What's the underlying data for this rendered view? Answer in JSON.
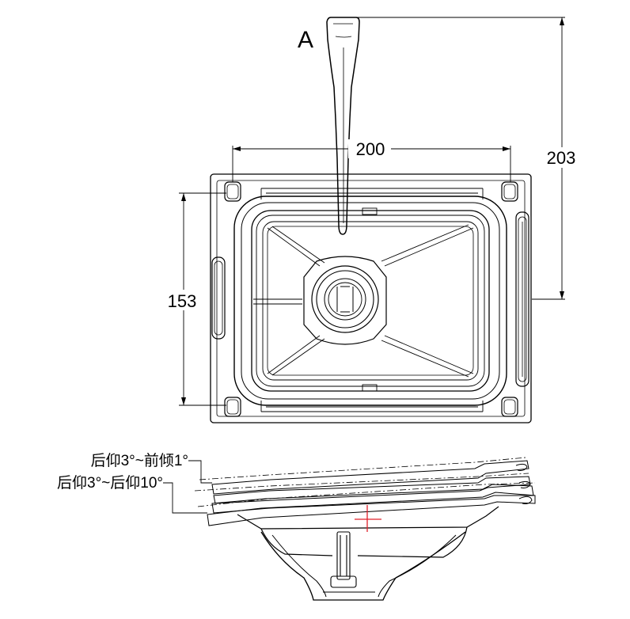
{
  "drawing": {
    "label_a": "A",
    "dim_width": "200",
    "dim_height_total": "203",
    "dim_height_plate": "153",
    "tilt_note_1": "后仰3°~前倾1°",
    "tilt_note_2": "后仰3°~后仰10°"
  },
  "colors": {
    "line": "#000000",
    "center_mark": "#e0202a",
    "background": "#ffffff"
  }
}
